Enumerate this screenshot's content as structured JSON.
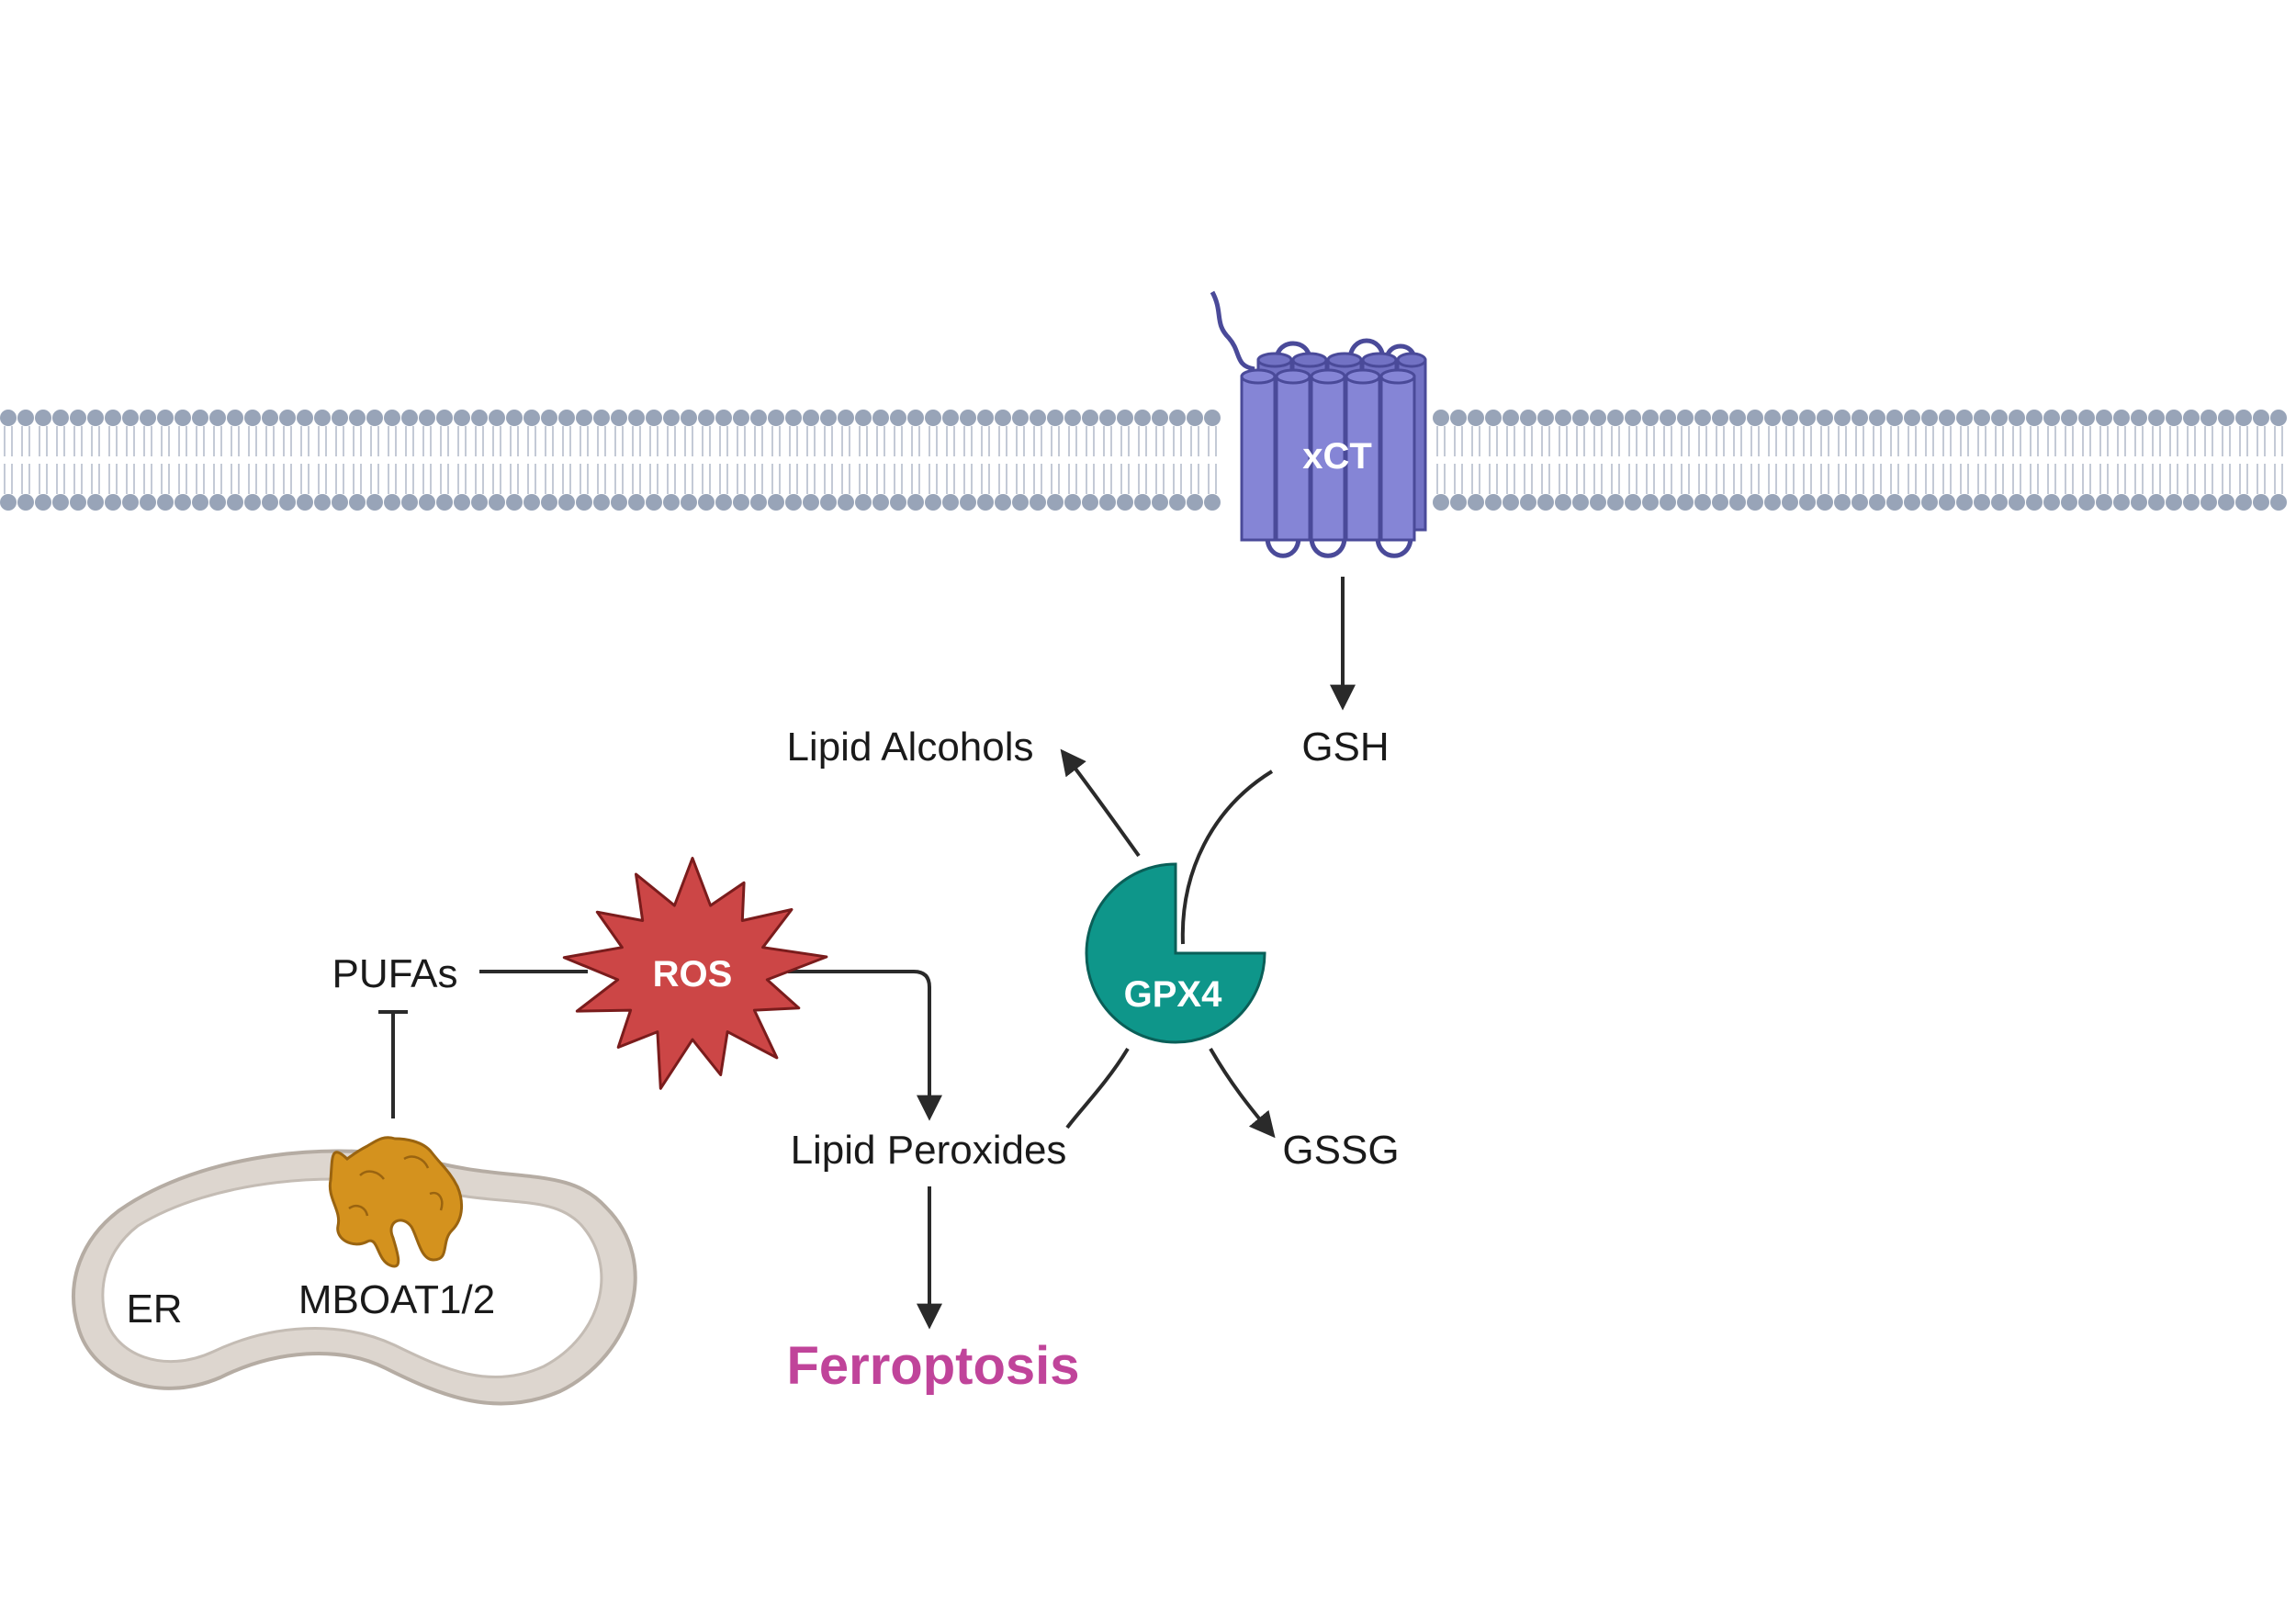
{
  "labels": {
    "xct": "xCT",
    "gsh": "GSH",
    "lipid_alcohols": "Lipid Alcohols",
    "gpx4": "GPX4",
    "pufas": "PUFAs",
    "ros": "ROS",
    "lipid_peroxides": "Lipid Peroxides",
    "gssg": "GSSG",
    "ferroptosis": "Ferroptosis",
    "er": "ER",
    "mboat": "MBOAT1/2"
  },
  "colors": {
    "membrane_head": "#98a4b8",
    "membrane_tail": "#c4cad6",
    "xct_fill": "#8585d6",
    "xct_stroke": "#4a4a99",
    "gpx4_fill": "#0e968a",
    "ros_fill": "#cc4646",
    "ros_stroke": "#7a1c1c",
    "ferroptosis_text": "#c0449a",
    "er_fill": "#ddd6cf",
    "er_stroke": "#b5aca3",
    "mboat_fill": "#d4921e",
    "mboat_stroke": "#9a6410"
  }
}
